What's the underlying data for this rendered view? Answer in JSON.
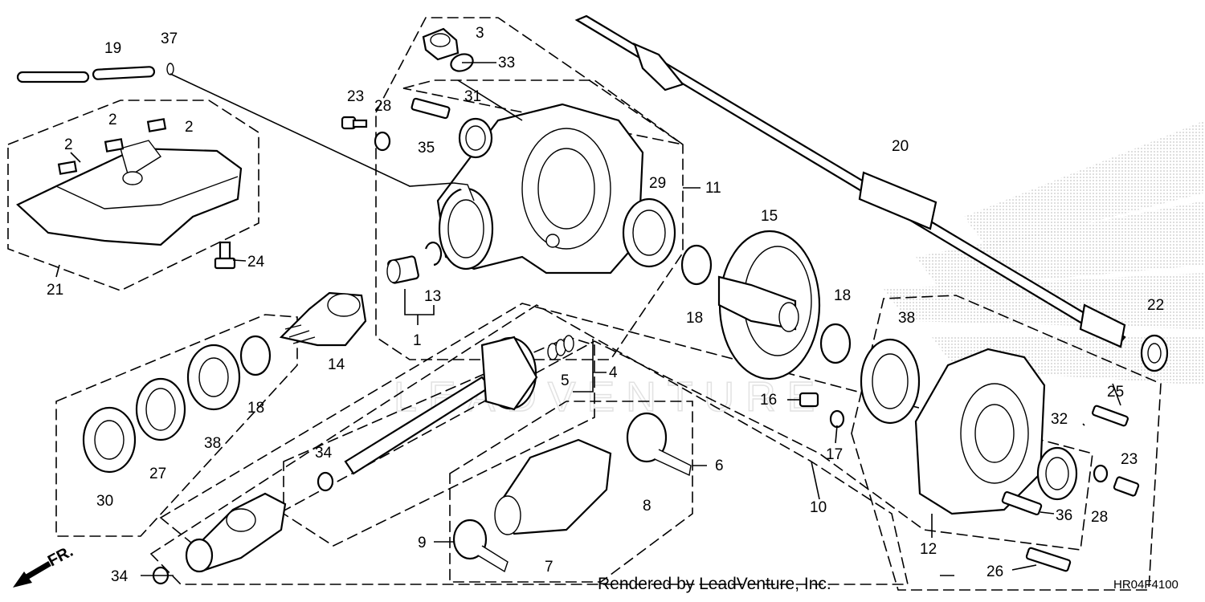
{
  "diagram": {
    "code": "HR04F4100",
    "credit": "Rendered by LeadVenture, Inc.",
    "watermark": "LEADVENTURE",
    "front_indicator": "FR.",
    "callouts": [
      {
        "id": "c1",
        "text": "1"
      },
      {
        "id": "c2a",
        "text": "2"
      },
      {
        "id": "c2b",
        "text": "2"
      },
      {
        "id": "c2c",
        "text": "2"
      },
      {
        "id": "c3",
        "text": "3"
      },
      {
        "id": "c4",
        "text": "4"
      },
      {
        "id": "c5",
        "text": "5"
      },
      {
        "id": "c6",
        "text": "6"
      },
      {
        "id": "c7",
        "text": "7"
      },
      {
        "id": "c8",
        "text": "8"
      },
      {
        "id": "c9",
        "text": "9"
      },
      {
        "id": "c10",
        "text": "10"
      },
      {
        "id": "c11",
        "text": "11"
      },
      {
        "id": "c12",
        "text": "12"
      },
      {
        "id": "c13",
        "text": "13"
      },
      {
        "id": "c14",
        "text": "14"
      },
      {
        "id": "c15",
        "text": "15"
      },
      {
        "id": "c16",
        "text": "16"
      },
      {
        "id": "c17",
        "text": "17"
      },
      {
        "id": "c18a",
        "text": "18"
      },
      {
        "id": "c18b",
        "text": "18"
      },
      {
        "id": "c18c",
        "text": "18"
      },
      {
        "id": "c19",
        "text": "19"
      },
      {
        "id": "c20",
        "text": "20"
      },
      {
        "id": "c21",
        "text": "21"
      },
      {
        "id": "c22",
        "text": "22"
      },
      {
        "id": "c23a",
        "text": "23"
      },
      {
        "id": "c23b",
        "text": "23"
      },
      {
        "id": "c24",
        "text": "24"
      },
      {
        "id": "c25",
        "text": "25"
      },
      {
        "id": "c26",
        "text": "26"
      },
      {
        "id": "c27",
        "text": "27"
      },
      {
        "id": "c28a",
        "text": "28"
      },
      {
        "id": "c28b",
        "text": "28"
      },
      {
        "id": "c29",
        "text": "29"
      },
      {
        "id": "c30",
        "text": "30"
      },
      {
        "id": "c31",
        "text": "31"
      },
      {
        "id": "c32",
        "text": "32"
      },
      {
        "id": "c33",
        "text": "33"
      },
      {
        "id": "c34a",
        "text": "34"
      },
      {
        "id": "c34b",
        "text": "34"
      },
      {
        "id": "c35",
        "text": "35"
      },
      {
        "id": "c36",
        "text": "36"
      },
      {
        "id": "c37",
        "text": "37"
      },
      {
        "id": "c38a",
        "text": "38"
      },
      {
        "id": "c38b",
        "text": "38"
      }
    ]
  }
}
